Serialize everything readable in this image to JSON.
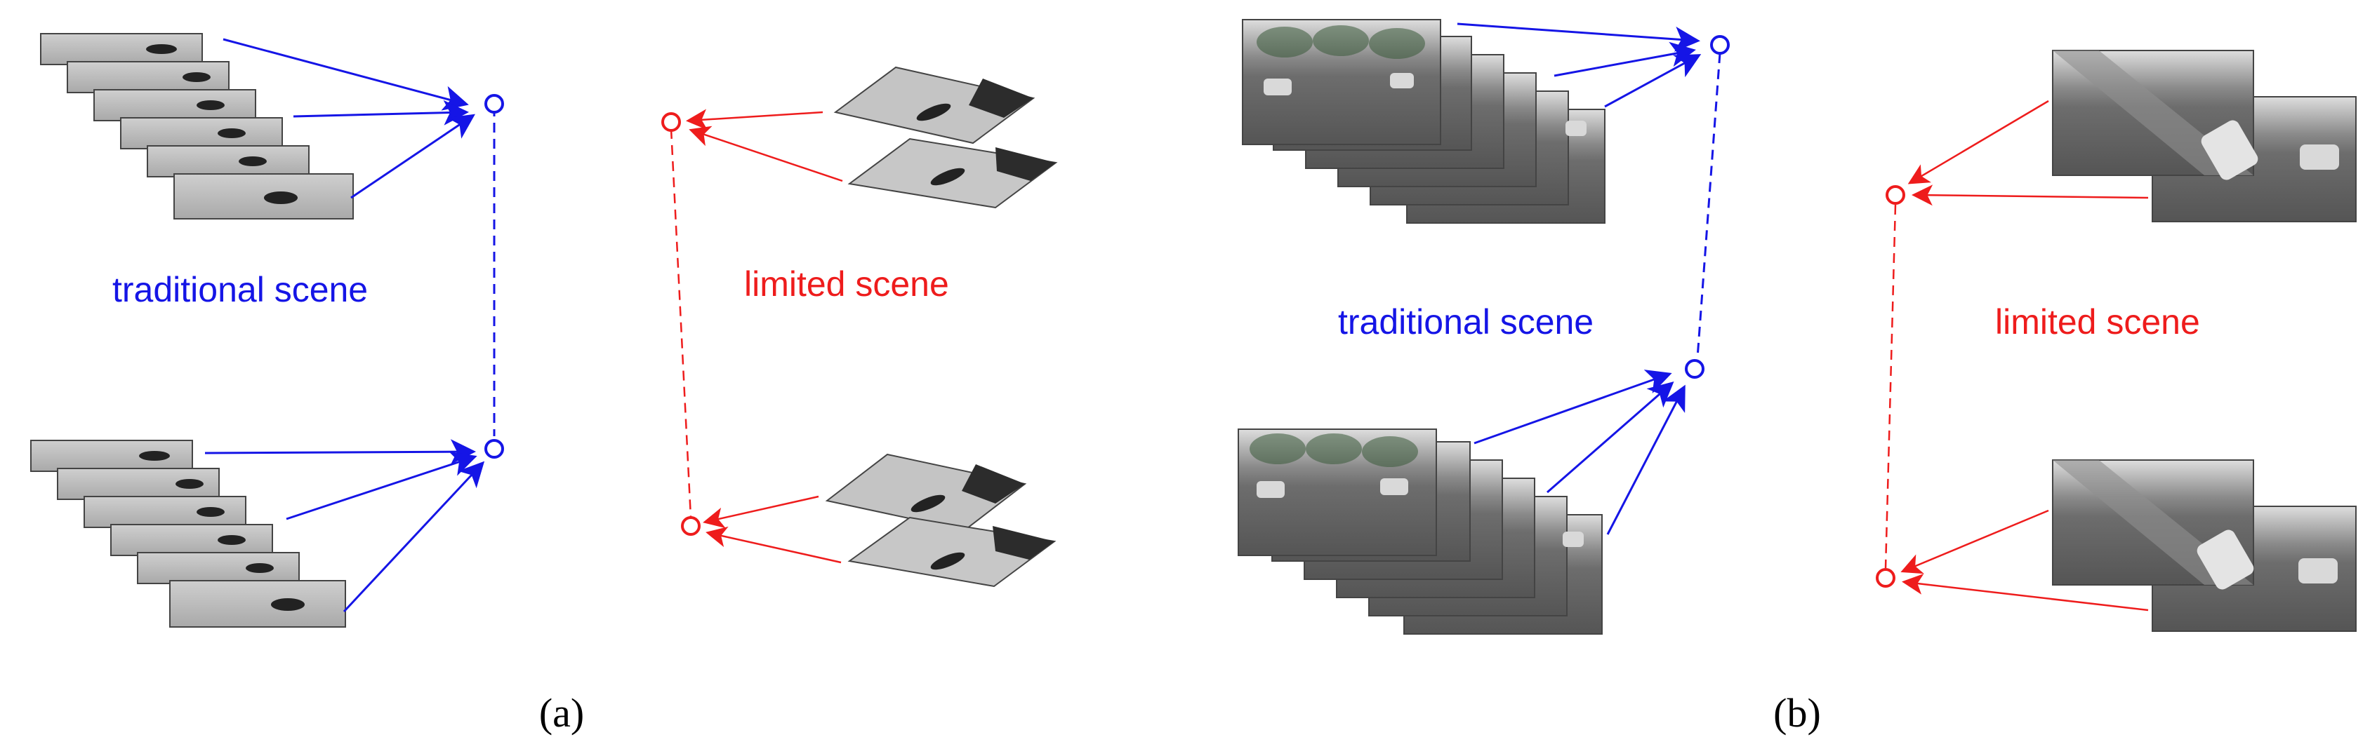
{
  "colors": {
    "traditional": "#1515e6",
    "limited": "#ee1c1c",
    "frame_dark": "#6e6e6e",
    "frame_light": "#bdbdbd",
    "text": "#000000"
  },
  "panels": [
    {
      "id": "a",
      "label": "(a)",
      "traditional_label": "traditional scene",
      "limited_label": "limited scene",
      "content": "dog-running frames"
    },
    {
      "id": "b",
      "label": "(b)",
      "traditional_label": "traditional scene",
      "limited_label": "limited scene",
      "content": "road-with-cars frames"
    }
  ]
}
